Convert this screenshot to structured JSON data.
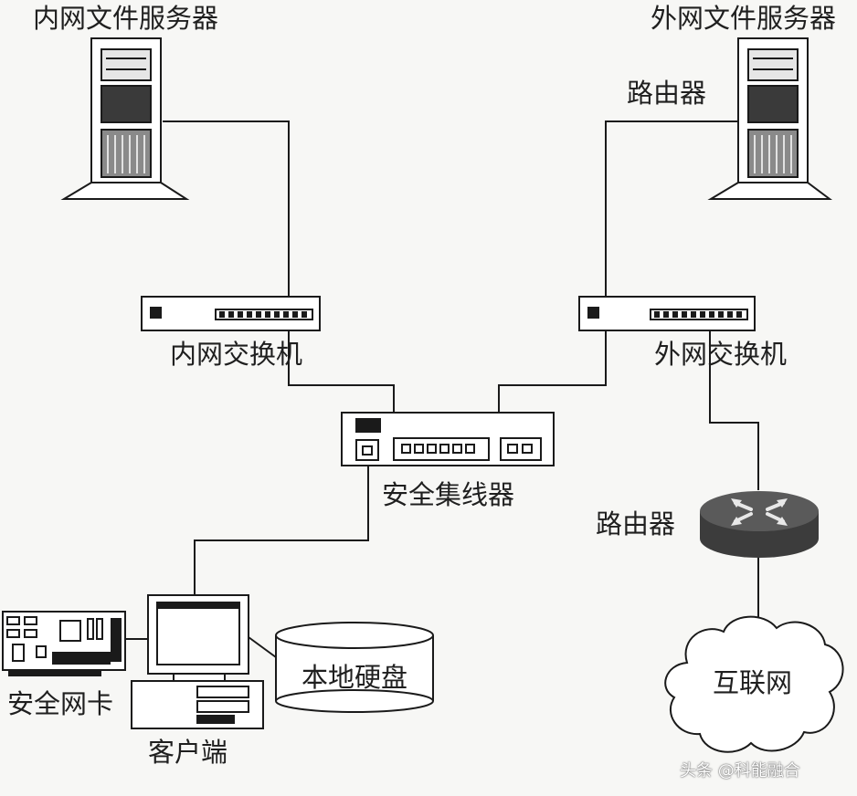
{
  "labels": {
    "intranet_server": "内网文件服务器",
    "extranet_server": "外网文件服务器",
    "router_top": "路由器",
    "intranet_switch": "内网交换机",
    "extranet_switch": "外网交换机",
    "security_hub": "安全集线器",
    "router": "路由器",
    "security_nic": "安全网卡",
    "local_disk": "本地硬盘",
    "client": "客户端",
    "internet": "互联网"
  },
  "watermark": "头条 @科能融合"
}
